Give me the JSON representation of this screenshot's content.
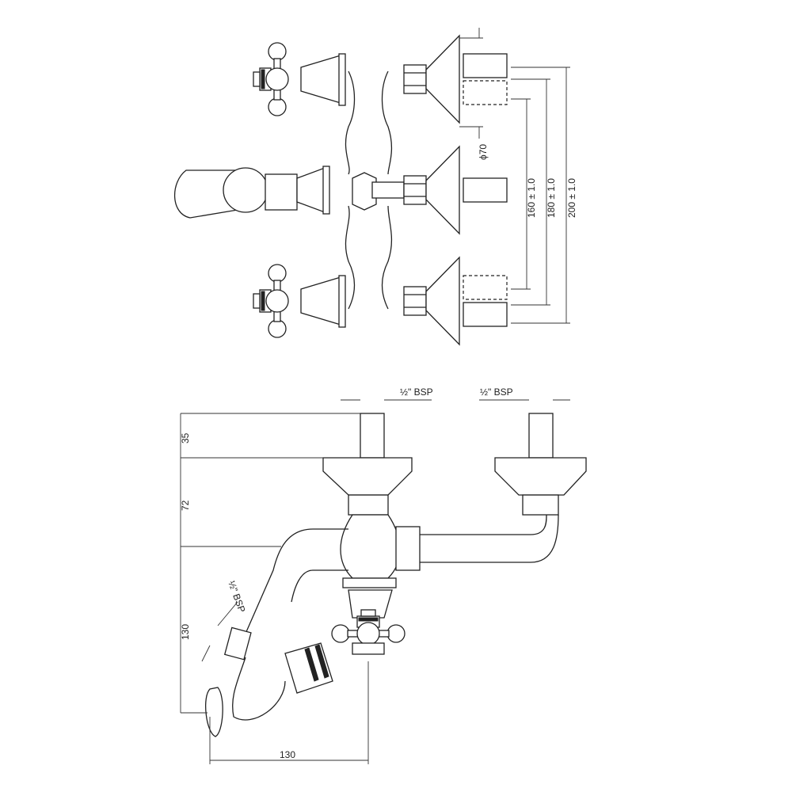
{
  "top_view": {
    "diameter_label": "ϕ70",
    "dim_160": "160 ± 1.0",
    "dim_180": "180 ± 1.0",
    "dim_200": "200 ± 1.0"
  },
  "side_view": {
    "bsp_left": "½\" BSP",
    "bsp_right": "½\" BSP",
    "bsp_hose": "½\" BSP",
    "dim_35": "35",
    "dim_72": "72",
    "dim_130_vertical": "130",
    "dim_130_horizontal": "130"
  }
}
